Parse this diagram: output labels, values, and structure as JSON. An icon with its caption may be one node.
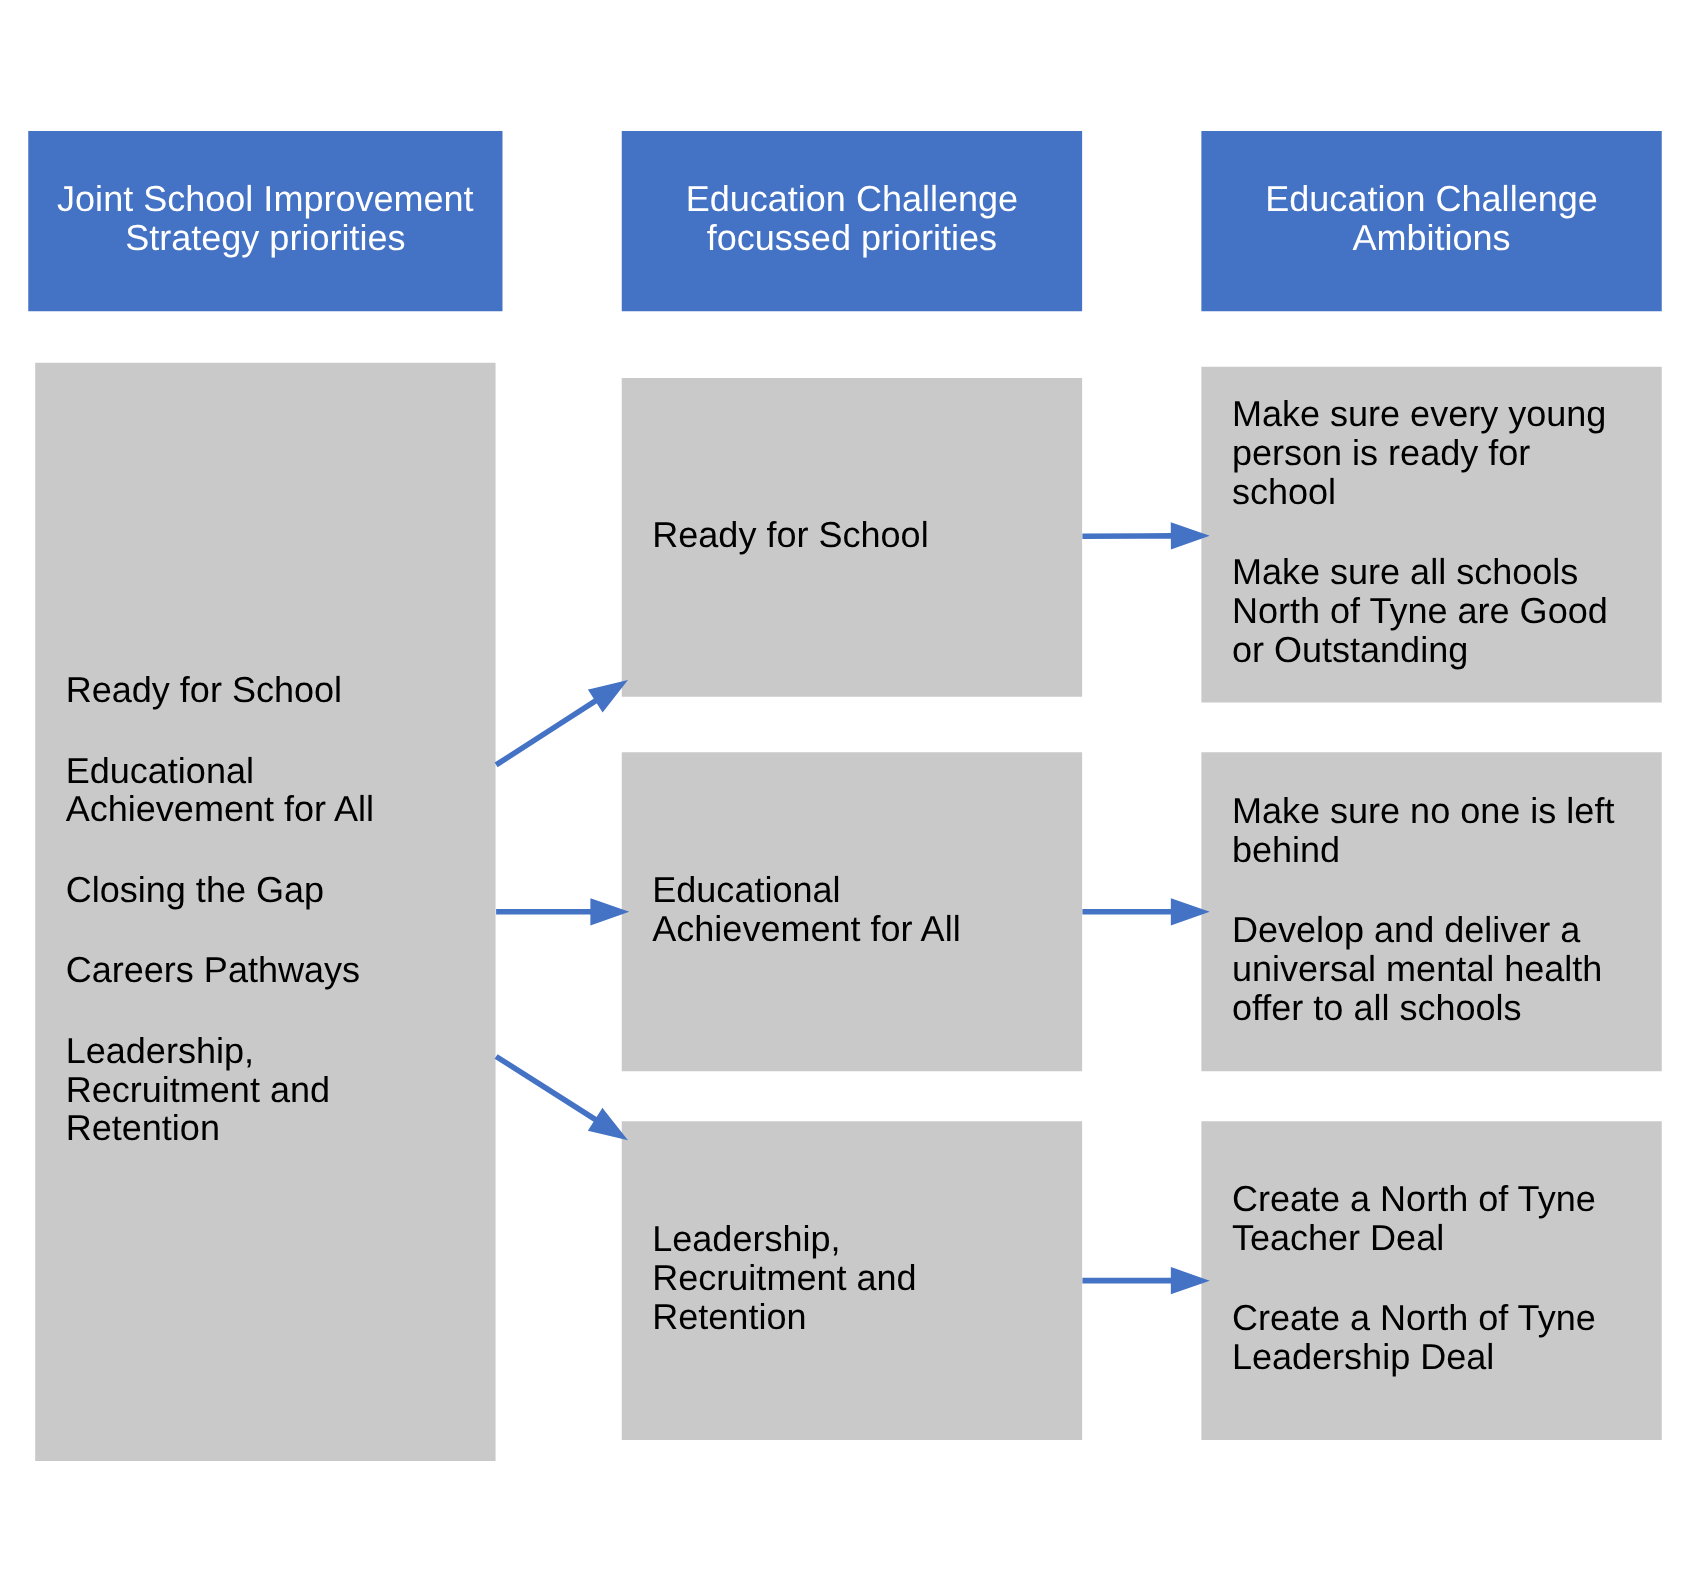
{
  "diagram": {
    "nodes": [
      {
        "text": [
          "Joint School Improvement Strategy priorities"
        ]
      },
      {
        "text": [
          "Education Challenge focussed priorities"
        ]
      },
      {
        "text": [
          "Education Challenge Ambitions"
        ]
      },
      {
        "text": [
          "Ready for School",
          "Educational Achievement for All",
          "Closing the Gap",
          "Careers Pathways",
          "Leadership, Recruitment and Retention"
        ]
      },
      {
        "text": [
          "Ready for School"
        ]
      },
      {
        "text": [
          "Educational Achievement for All"
        ]
      },
      {
        "text": [
          "Leadership, Recruitment and Retention"
        ]
      },
      {
        "text": [
          "Make sure every young person is ready for school",
          "Make sure all schools North of Tyne are Good or Outstanding"
        ]
      },
      {
        "text": [
          "Make sure no one is left behind",
          "Develop and deliver a universal mental health offer to all schools"
        ]
      },
      {
        "text": [
          "Create a North of Tyne Teacher Deal",
          "Create a North of Tyne Leadership Deal"
        ]
      }
    ],
    "edges": [
      {
        "from": 3,
        "to": 4,
        "arrow": "to"
      },
      {
        "from": 3,
        "to": 5,
        "arrow": "to"
      },
      {
        "from": 3,
        "to": 6,
        "arrow": "to"
      },
      {
        "from": 4,
        "to": 7,
        "arrow": "to"
      },
      {
        "from": 5,
        "to": 8,
        "arrow": "to"
      },
      {
        "from": 6,
        "to": 9,
        "arrow": "to"
      }
    ]
  }
}
